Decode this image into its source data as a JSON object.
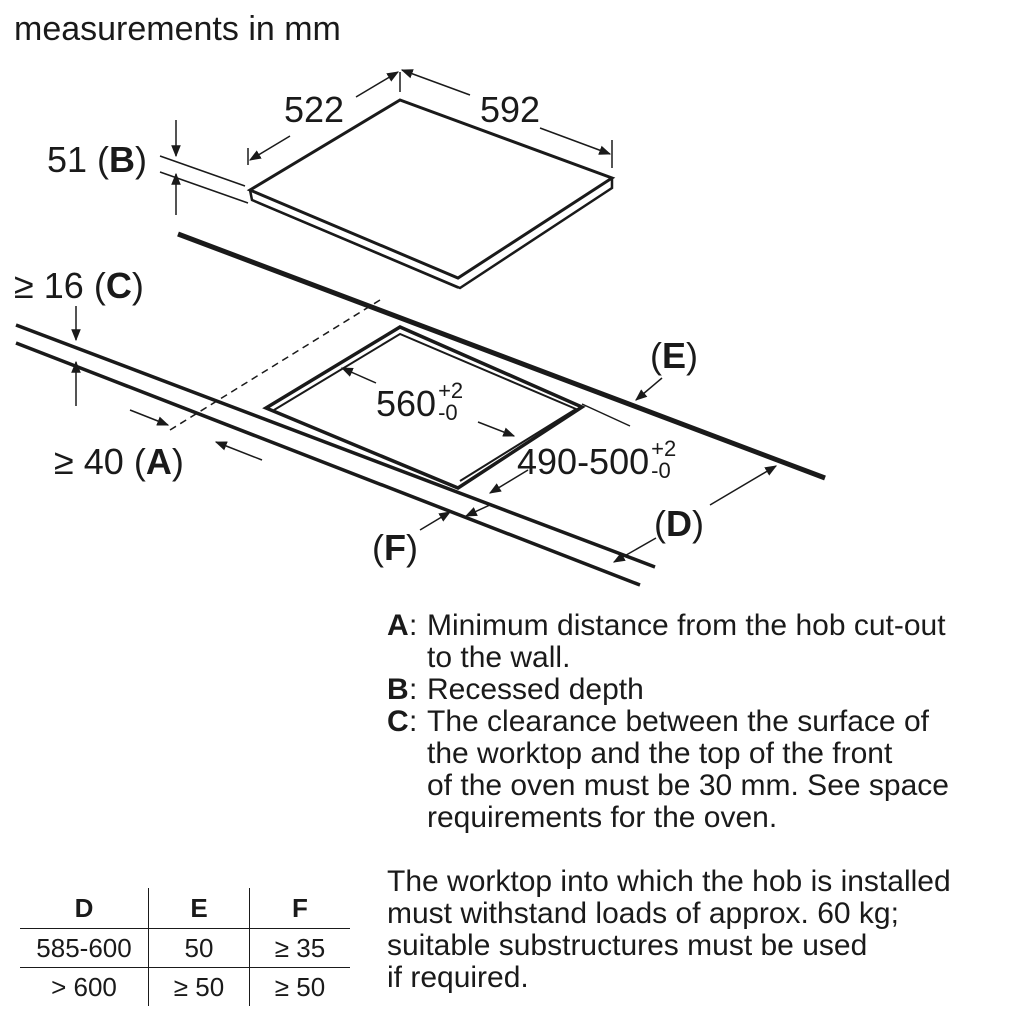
{
  "title": "measurements in mm",
  "dimensions": {
    "width": "522",
    "depth": "592",
    "height_value": "51",
    "height_key": "B",
    "clearance_prefix": "≥ 16",
    "clearance_key": "C",
    "wall_prefix": "≥ 40",
    "wall_key": "A",
    "cutout_width": "560",
    "cutout_width_tol_plus": "+2",
    "cutout_width_tol_minus": "-0",
    "cutout_depth": "490-500",
    "cutout_depth_tol_plus": "+2",
    "cutout_depth_tol_minus": "-0",
    "key_d": "D",
    "key_e": "E",
    "key_f": "F"
  },
  "legend": [
    {
      "key": "A",
      "text": "Minimum distance from the hob cut-out\nto the wall."
    },
    {
      "key": "B",
      "text": "Recessed depth"
    },
    {
      "key": "C",
      "text": "The clearance between the surface of\nthe worktop and the top of the front\nof the oven must be 30 mm. See space\nrequirements for the oven."
    }
  ],
  "note": "The worktop into which the hob is installed\nmust withstand loads of approx. 60 kg;\nsuitable substructures must be used\nif required.",
  "table": {
    "headers": [
      "D",
      "E",
      "F"
    ],
    "rows": [
      [
        "585-600",
        "50",
        "≥ 35"
      ],
      [
        "> 600",
        "≥ 50",
        "≥ 50"
      ]
    ]
  },
  "colors": {
    "ink": "#1a1a1a",
    "background": "#ffffff"
  }
}
